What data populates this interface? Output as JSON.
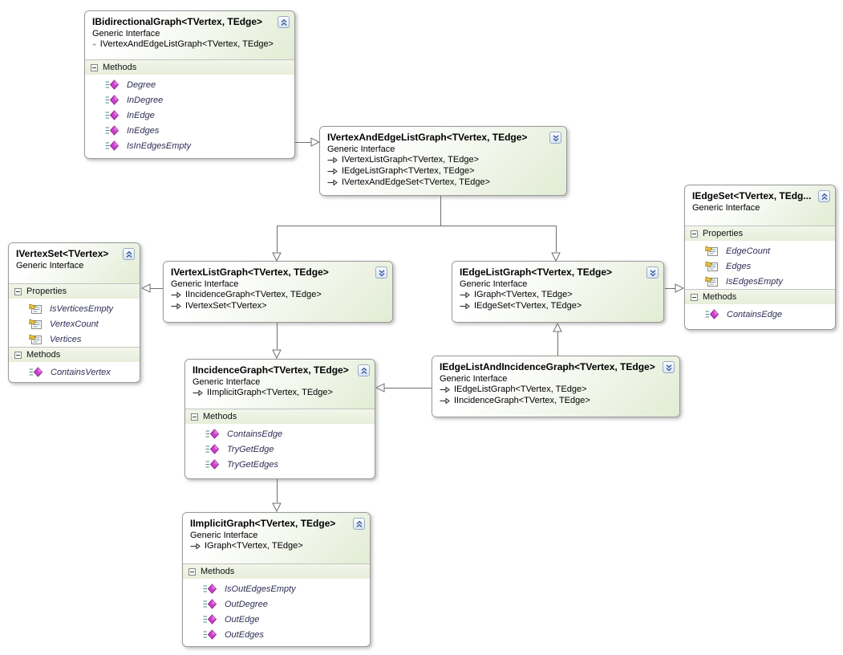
{
  "diagram_type": "class-diagram",
  "colors": {
    "box_border": "#9a9a9a",
    "header_gradient_green": "#e2ecd4",
    "compartment_band": "#ecf2df",
    "connector_line": "#6e6e6e",
    "method_icon_magenta": "#cf3ecf",
    "property_icon_yellow": "#e9c63b",
    "chevron_blue": "#3f62a0",
    "member_text": "#2e2e55"
  },
  "boxes": [
    {
      "title": "IBidirectionalGraph<TVertex, TEdge>",
      "kind": "Generic Interface",
      "state": "expanded",
      "inherits": [
        "IVertexAndEdgeListGraph<TVertex, TEdge>"
      ],
      "compartments": [
        {
          "label": "Methods",
          "member_type": "method",
          "members": [
            "Degree",
            "InDegree",
            "InEdge",
            "InEdges",
            "IsInEdgesEmpty"
          ]
        }
      ]
    },
    {
      "title": "IVertexAndEdgeListGraph<TVertex, TEdge>",
      "kind": "Generic Interface",
      "state": "collapsed",
      "inherits": [
        "IVertexListGraph<TVertex, TEdge>",
        "IEdgeListGraph<TVertex, TEdge>",
        "IVertexAndEdgeSet<TVertex, TEdge>"
      ],
      "compartments": []
    },
    {
      "title": "IEdgeSet<TVertex,  TEdg...",
      "kind": "Generic Interface",
      "state": "expanded",
      "inherits": [],
      "compartments": [
        {
          "label": "Properties",
          "member_type": "property",
          "members": [
            "EdgeCount",
            "Edges",
            "IsEdgesEmpty"
          ]
        },
        {
          "label": "Methods",
          "member_type": "method",
          "members": [
            "ContainsEdge"
          ]
        }
      ]
    },
    {
      "title": "IVertexSet<TVertex>",
      "kind": "Generic Interface",
      "state": "expanded",
      "inherits": [],
      "compartments": [
        {
          "label": "Properties",
          "member_type": "property",
          "members": [
            "IsVerticesEmpty",
            "VertexCount",
            "Vertices"
          ]
        },
        {
          "label": "Methods",
          "member_type": "method",
          "members": [
            "ContainsVertex"
          ]
        }
      ]
    },
    {
      "title": "IVertexListGraph<TVertex, TEdge>",
      "kind": "Generic Interface",
      "state": "collapsed",
      "inherits": [
        "IIncidenceGraph<TVertex, TEdge>",
        "IVertexSet<TVertex>"
      ],
      "compartments": []
    },
    {
      "title": "IEdgeListGraph<TVertex, TEdge>",
      "kind": "Generic Interface",
      "state": "collapsed",
      "inherits": [
        "IGraph<TVertex, TEdge>",
        "IEdgeSet<TVertex, TEdge>"
      ],
      "compartments": []
    },
    {
      "title": "IIncidenceGraph<TVertex, TEdge>",
      "kind": "Generic Interface",
      "state": "expanded",
      "inherits": [
        "IImplicitGraph<TVertex, TEdge>"
      ],
      "compartments": [
        {
          "label": "Methods",
          "member_type": "method",
          "members": [
            "ContainsEdge",
            "TryGetEdge",
            "TryGetEdges"
          ]
        }
      ]
    },
    {
      "title": "IEdgeListAndIncidenceGraph<TVertex, TEdge>",
      "kind": "Generic Interface",
      "state": "collapsed",
      "inherits": [
        "IEdgeListGraph<TVertex, TEdge>",
        "IIncidenceGraph<TVertex, TEdge>"
      ],
      "compartments": []
    },
    {
      "title": "IImplicitGraph<TVertex, TEdge>",
      "kind": "Generic Interface",
      "state": "expanded",
      "inherits": [
        "IGraph<TVertex, TEdge>"
      ],
      "compartments": [
        {
          "label": "Methods",
          "member_type": "method",
          "members": [
            "IsOutEdgesEmpty",
            "OutDegree",
            "OutEdge",
            "OutEdges"
          ]
        }
      ]
    }
  ],
  "connectors": [
    {
      "from": "IBidirectionalGraph",
      "to": "IVertexAndEdgeListGraph",
      "type": "inheritance"
    },
    {
      "from": "IVertexAndEdgeListGraph",
      "to": "IVertexListGraph",
      "type": "inheritance"
    },
    {
      "from": "IVertexAndEdgeListGraph",
      "to": "IEdgeListGraph",
      "type": "inheritance"
    },
    {
      "from": "IVertexListGraph",
      "to": "IVertexSet",
      "type": "inheritance"
    },
    {
      "from": "IVertexListGraph",
      "to": "IIncidenceGraph",
      "type": "inheritance"
    },
    {
      "from": "IEdgeListGraph",
      "to": "IEdgeSet",
      "type": "inheritance"
    },
    {
      "from": "IEdgeListAndIncidenceGraph",
      "to": "IEdgeListGraph",
      "type": "inheritance"
    },
    {
      "from": "IEdgeListAndIncidenceGraph",
      "to": "IIncidenceGraph",
      "type": "inheritance"
    },
    {
      "from": "IIncidenceGraph",
      "to": "IImplicitGraph",
      "type": "inheritance"
    }
  ]
}
